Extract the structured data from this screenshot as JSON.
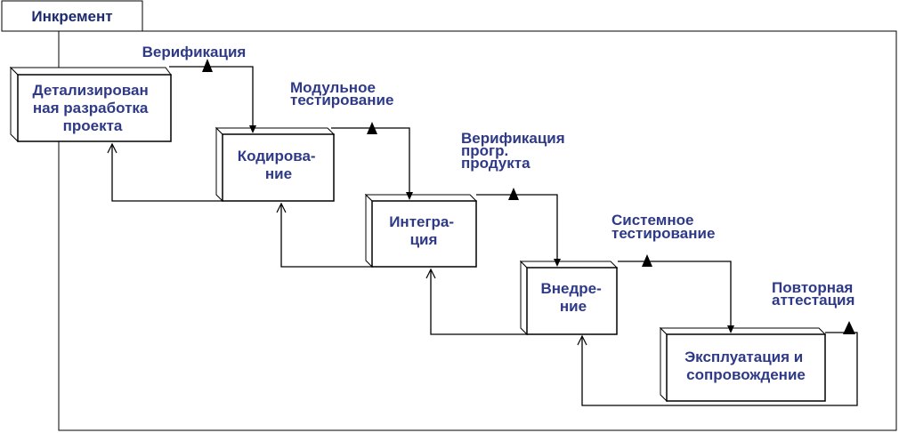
{
  "increment_label": "Инкремент",
  "stages": [
    {
      "id": "design",
      "lines": [
        "Детализирован",
        "ная разработка",
        "проекта"
      ]
    },
    {
      "id": "coding",
      "lines": [
        "Кодирова-",
        "ние"
      ]
    },
    {
      "id": "integration",
      "lines": [
        "Интегра-",
        "ция"
      ]
    },
    {
      "id": "deployment",
      "lines": [
        "Внедре-",
        "ние"
      ]
    },
    {
      "id": "operation",
      "lines": [
        "Эксплуатация и",
        "сопровождение"
      ]
    }
  ],
  "checks": [
    {
      "id": "verification",
      "lines": [
        "Верификация"
      ]
    },
    {
      "id": "unit-testing",
      "lines": [
        "Модульное",
        "тестирование"
      ]
    },
    {
      "id": "product-verification",
      "lines": [
        "Верификация",
        "прогр.",
        "продукта"
      ]
    },
    {
      "id": "system-testing",
      "lines": [
        "Системное",
        "тестирование"
      ]
    },
    {
      "id": "reattestation",
      "lines": [
        "Повторная",
        "аттестация"
      ]
    }
  ]
}
